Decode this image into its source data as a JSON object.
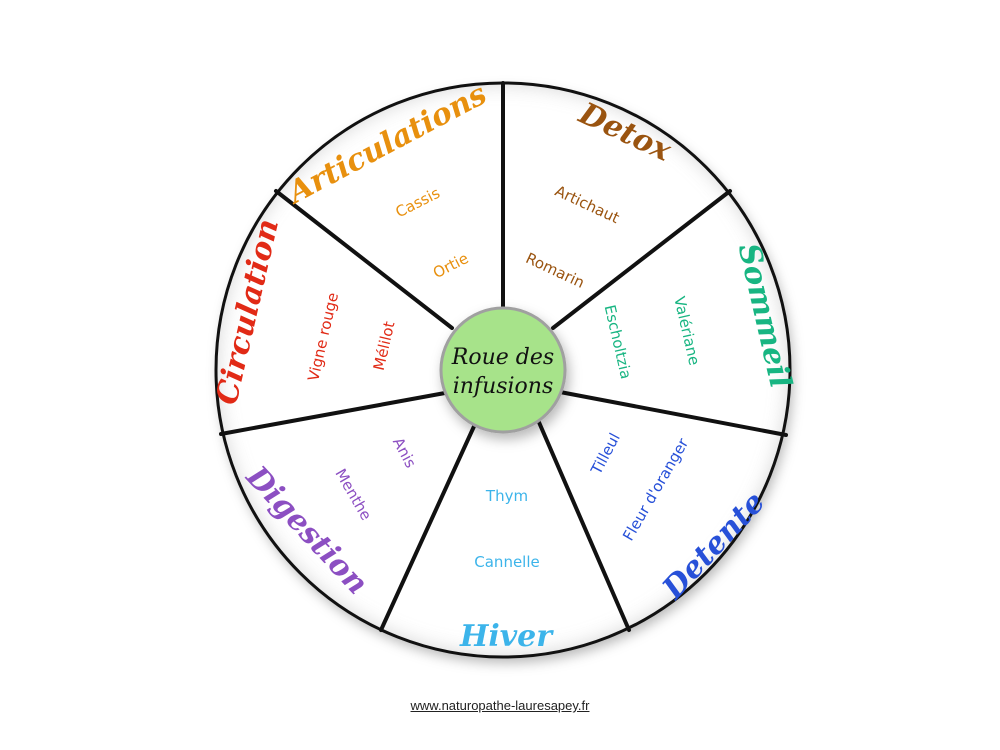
{
  "center": {
    "line1": "Roue des",
    "line2": "infusions"
  },
  "sectors": [
    {
      "title": "Articulations",
      "color": "#e8900e",
      "herbs": [
        "Cassis",
        "Ortie"
      ]
    },
    {
      "title": "Detox",
      "color": "#9a5410",
      "herbs": [
        "Artichaut",
        "Romarin"
      ]
    },
    {
      "title": "Sommeil",
      "color": "#18b582",
      "herbs": [
        "Valériane",
        "Escholtzia"
      ]
    },
    {
      "title": "Detente",
      "color": "#2750d8",
      "herbs": [
        "Tilleul",
        "Fleur d'oranger"
      ]
    },
    {
      "title": "Hiver",
      "color": "#3cb4ea",
      "herbs": [
        "Thym",
        "Cannelle"
      ]
    },
    {
      "title": "Digestion",
      "color": "#8c4fc2",
      "herbs": [
        "Anis",
        "Menthe"
      ]
    },
    {
      "title": "Circulation",
      "color": "#e12a16",
      "herbs": [
        "Vigne rouge",
        "Mélilot"
      ]
    }
  ],
  "footer": {
    "link_text": "www.naturopathe-lauresapey.fr"
  },
  "colors": {
    "line": "#111111",
    "center_fill": "#a7e38a",
    "center_stroke": "#a0a0a0"
  }
}
